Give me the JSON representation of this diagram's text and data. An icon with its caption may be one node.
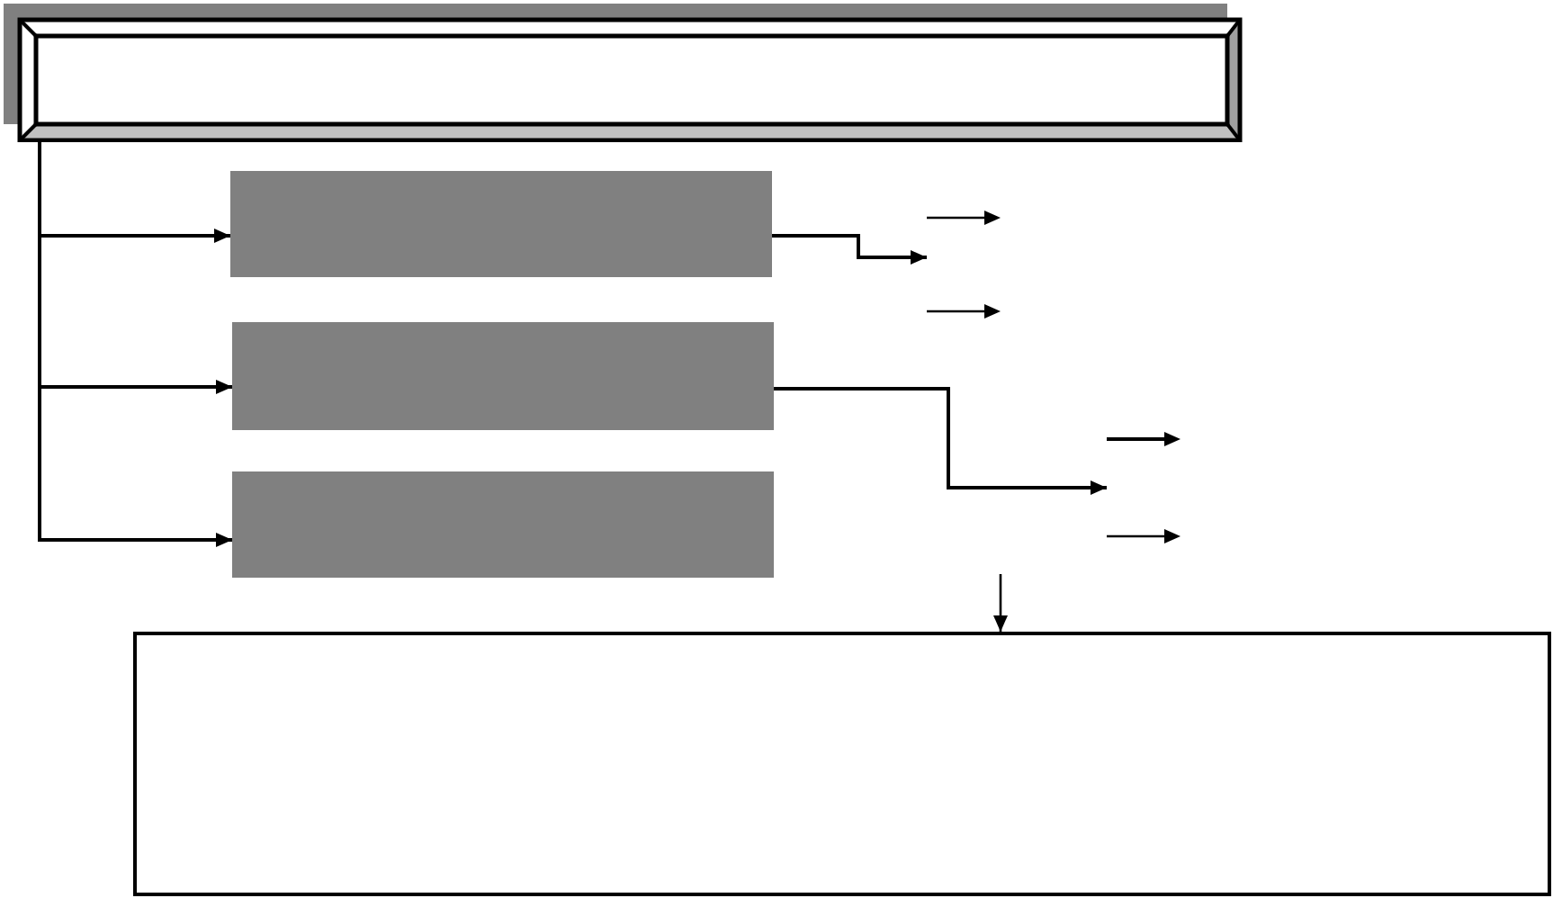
{
  "diagram": {
    "nodes": [
      {
        "text": [],
        "shape": "box"
      },
      {
        "text": [],
        "shape": "box"
      },
      {
        "text": [],
        "shape": "box"
      },
      {
        "text": [],
        "shape": "box"
      },
      {
        "text": [],
        "shape": "box"
      }
    ],
    "edges": [
      {
        "from": 0,
        "to": 1,
        "arrow": "to"
      },
      {
        "from": 0,
        "to": 2,
        "arrow": "to"
      },
      {
        "from": 0,
        "to": 3,
        "arrow": "to"
      },
      {
        "from": 1,
        "to": null,
        "arrow": "to"
      },
      {
        "from": 2,
        "to": null,
        "arrow": "to"
      },
      {
        "from": null,
        "to": 4,
        "arrow": "to"
      }
    ]
  }
}
